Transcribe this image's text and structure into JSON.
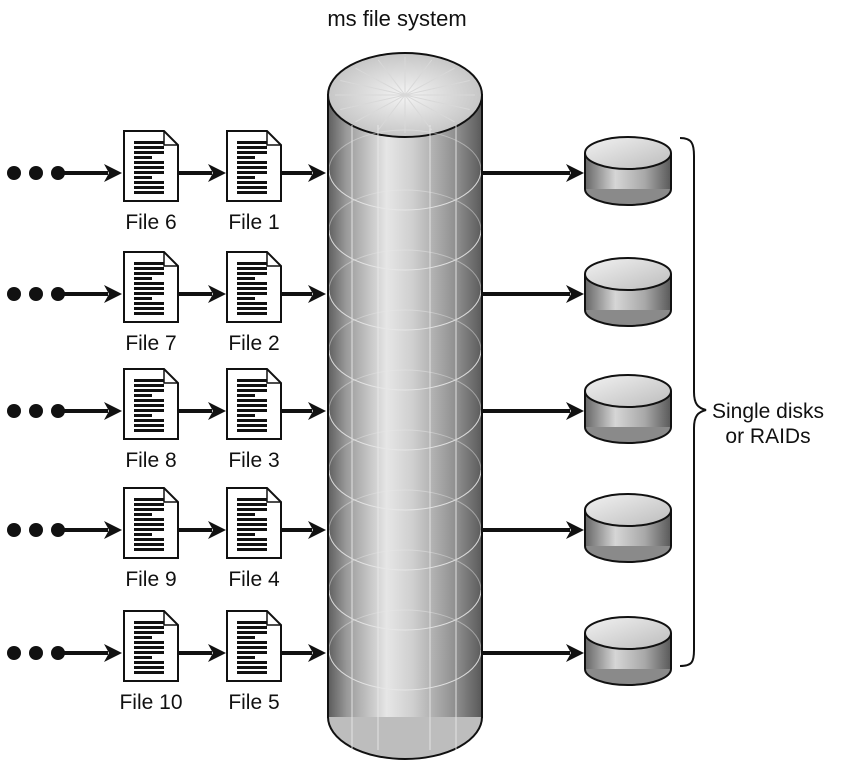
{
  "title": "ms file system",
  "rows": [
    {
      "ellipsis": "•••",
      "file_a": "File 6",
      "file_b": "File 1"
    },
    {
      "ellipsis": "•••",
      "file_a": "File 7",
      "file_b": "File 2"
    },
    {
      "ellipsis": "•••",
      "file_a": "File 8",
      "file_b": "File 3"
    },
    {
      "ellipsis": "•••",
      "file_a": "File 9",
      "file_b": "File 4"
    },
    {
      "ellipsis": "•••",
      "file_a": "File 10",
      "file_b": "File 5"
    }
  ],
  "bracket_label": {
    "line1": "Single disks",
    "line2": "or RAIDs"
  },
  "colors": {
    "ink": "#111111",
    "cylinder_mid": "#c8c8c8",
    "cylinder_dark": "#6e6e6e",
    "disk_mid": "#bdbdbd"
  },
  "icons": {
    "file": "document-icon",
    "disk": "disk-icon",
    "arrow": "arrow-right-icon"
  }
}
